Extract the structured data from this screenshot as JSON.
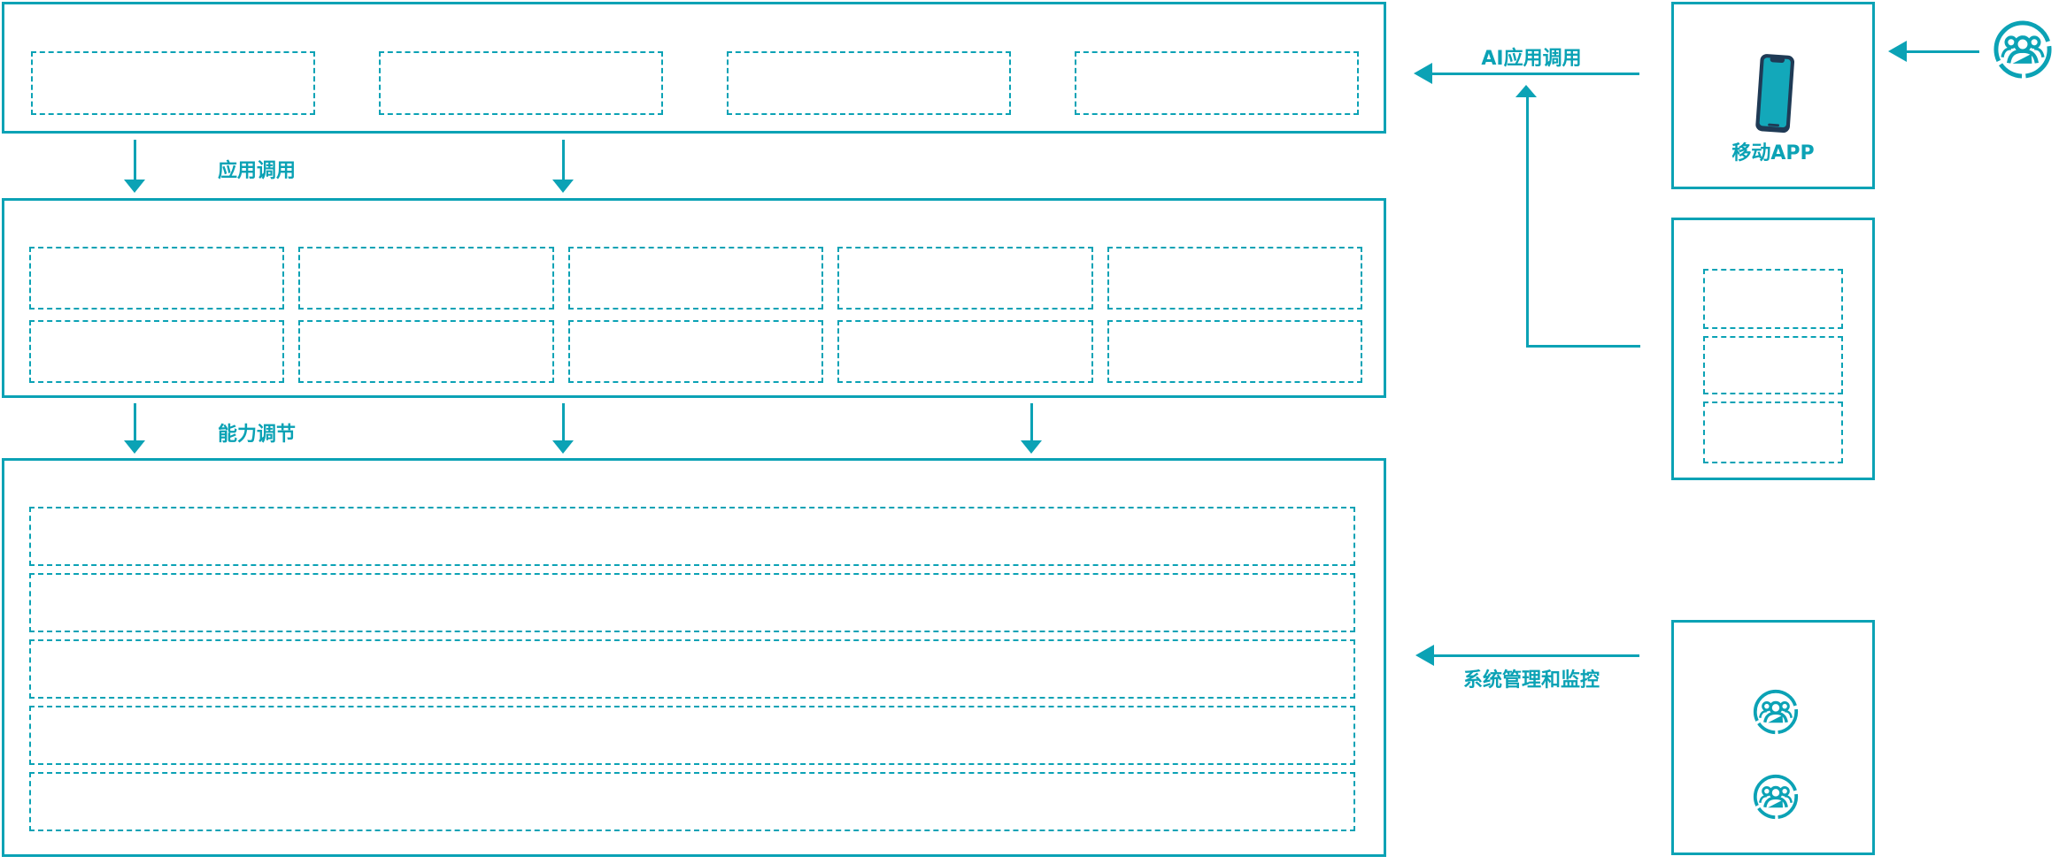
{
  "colors": {
    "accent": "#0ba2b5",
    "dark": "#1f3a55",
    "screen": "#13a8ba"
  },
  "flow": {
    "app_call_label": "应用调用",
    "capability_label": "能力调节",
    "ai_call_label": "AI应用调用",
    "monitor_label": "系统管理和监控"
  },
  "panels": {
    "mobile_app_label": "移动APP"
  },
  "icons": {
    "phone": "smartphone-icon",
    "user_group": "user-group-icon"
  },
  "structure": {
    "top_cells": 4,
    "middle_cells": 10,
    "bottom_rows": 5,
    "service_cells": 3
  }
}
